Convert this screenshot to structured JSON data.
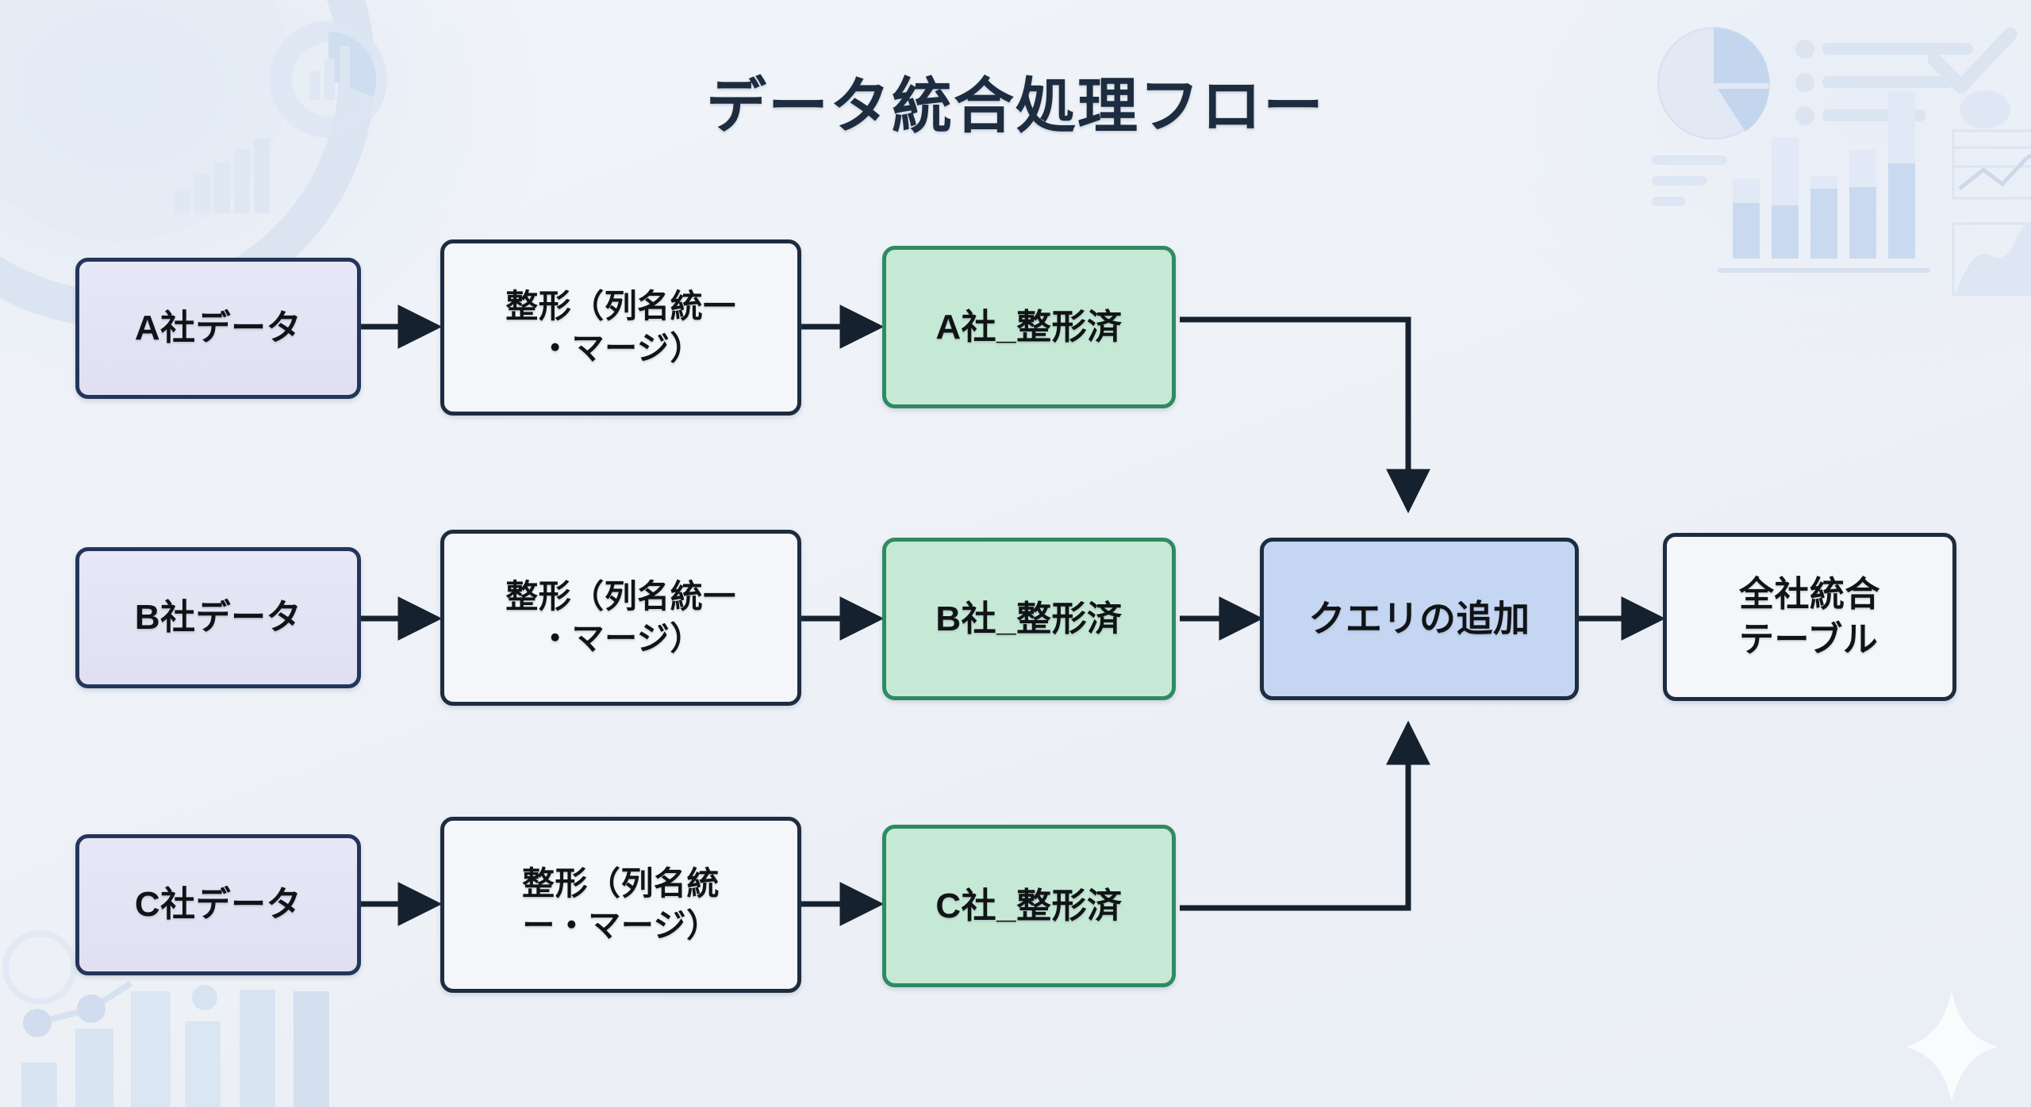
{
  "page": {
    "title": "データ統合処理フロー",
    "background_color": "#eef1f6",
    "accent_colors": {
      "source_fill": "#e3e3f5",
      "source_border": "#24355a",
      "transform_fill": "#f4f6f9",
      "transform_border": "#1d2c3f",
      "staged_fill": "#c6e9d5",
      "staged_border": "#2f8a62",
      "append_fill": "#c5d6f3",
      "append_border": "#1d2c3f",
      "final_fill": "#f4f6f9",
      "final_border": "#1d2c3f",
      "connector": "#16212f",
      "title_text": "#1d2c3f"
    }
  },
  "diagram": {
    "type": "flowchart",
    "nodes": [
      {
        "id": "src_a",
        "label": "A社データ",
        "kind": "source",
        "row": 1
      },
      {
        "id": "src_b",
        "label": "B社データ",
        "kind": "source",
        "row": 2
      },
      {
        "id": "src_c",
        "label": "C社データ",
        "kind": "source",
        "row": 3
      },
      {
        "id": "tf_a",
        "label": "整形（列名統一\n・マージ）",
        "kind": "transform",
        "row": 1
      },
      {
        "id": "tf_b",
        "label": "整形（列名統一\n・マージ）",
        "kind": "transform",
        "row": 2
      },
      {
        "id": "tf_c",
        "label": "整形（列名統\nー・マージ）",
        "kind": "transform",
        "row": 3
      },
      {
        "id": "stg_a",
        "label": "A社_整形済",
        "kind": "staged",
        "row": 1
      },
      {
        "id": "stg_b",
        "label": "B社_整形済",
        "kind": "staged",
        "row": 2
      },
      {
        "id": "stg_c",
        "label": "C社_整形済",
        "kind": "staged",
        "row": 3
      },
      {
        "id": "append",
        "label": "クエリの追加",
        "kind": "append",
        "row": 2
      },
      {
        "id": "final",
        "label": "全社統合\nテーブル",
        "kind": "final",
        "row": 2
      }
    ],
    "edges": [
      {
        "from": "src_a",
        "to": "tf_a",
        "style": "straight"
      },
      {
        "from": "tf_a",
        "to": "stg_a",
        "style": "straight"
      },
      {
        "from": "stg_a",
        "to": "append",
        "style": "elbow-down"
      },
      {
        "from": "src_b",
        "to": "tf_b",
        "style": "straight"
      },
      {
        "from": "tf_b",
        "to": "stg_b",
        "style": "straight"
      },
      {
        "from": "stg_b",
        "to": "append",
        "style": "straight"
      },
      {
        "from": "src_c",
        "to": "tf_c",
        "style": "straight"
      },
      {
        "from": "tf_c",
        "to": "stg_c",
        "style": "straight"
      },
      {
        "from": "stg_c",
        "to": "append",
        "style": "elbow-up"
      },
      {
        "from": "append",
        "to": "final",
        "style": "straight"
      }
    ]
  },
  "decorations": [
    {
      "name": "donut-chart-icon",
      "position": "top-left"
    },
    {
      "name": "bar-chart-icon",
      "position": "top-left"
    },
    {
      "name": "concentric-arcs",
      "position": "top-left"
    },
    {
      "name": "pie-chart-icon",
      "position": "top-right"
    },
    {
      "name": "bullet-list-icon",
      "position": "top-right"
    },
    {
      "name": "checkmark-icon",
      "position": "top-right"
    },
    {
      "name": "bar-chart-icon",
      "position": "top-right"
    },
    {
      "name": "line-chart-icon",
      "position": "top-right"
    },
    {
      "name": "area-chart-icon",
      "position": "top-right"
    },
    {
      "name": "scatter-line-icon",
      "position": "bottom-left"
    },
    {
      "name": "bar-chart-icon",
      "position": "bottom-left"
    },
    {
      "name": "circle-outline-icon",
      "position": "bottom-left"
    },
    {
      "name": "sparkle-icon",
      "position": "bottom-right"
    }
  ]
}
